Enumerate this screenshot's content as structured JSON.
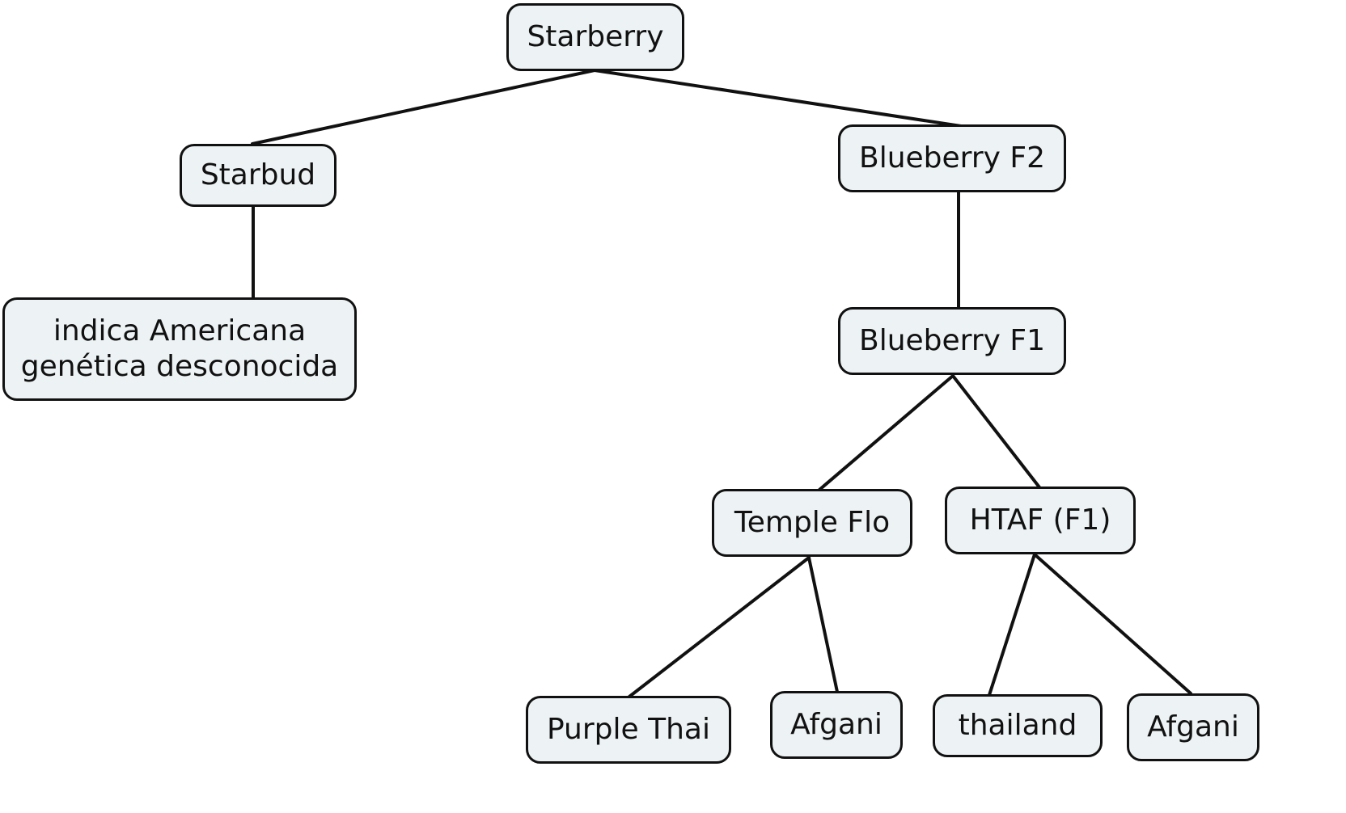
{
  "nodes": {
    "starberry": "Starberry",
    "starbud": "Starbud",
    "indica": "indica Americana\ngenética desconocida",
    "blueberry_f2": "Blueberry F2",
    "blueberry_f1": "Blueberry F1",
    "temple_flo": "Temple Flo",
    "htaf": "HTAF (F1)",
    "purple_thai": "Purple Thai",
    "afgani_1": "Afgani",
    "thailand": "thailand",
    "afgani_2": "Afgani"
  },
  "colors": {
    "node_fill": "#edf3f5",
    "node_border": "#111111",
    "connector": "#111111"
  }
}
